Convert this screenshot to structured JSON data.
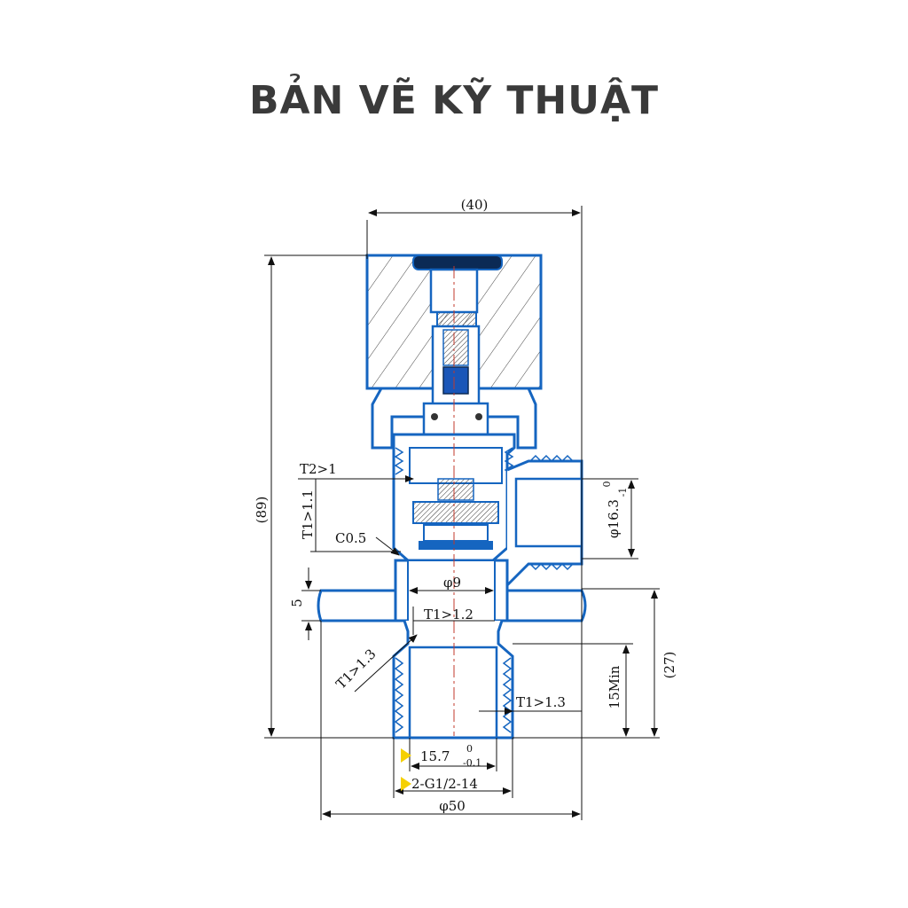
{
  "title": "BẢN VẼ KỸ THUẬT",
  "colors": {
    "outline": "#1565c0",
    "dimension": "#111111",
    "accent": "#f5d000",
    "centerline": "#c0392b"
  },
  "dimensions": {
    "width_40": "(40)",
    "height_89": "(89)",
    "t2": "T2>1",
    "t1_11": "T1>1.1",
    "c05": "C0.5",
    "phi9": "φ9",
    "five": "5",
    "t1_12": "T1>1.2",
    "t1_13_left": "T1>1.3",
    "t1_13_right": "T1>1.3",
    "phi163": "φ16.3",
    "phi163_upper": "0",
    "phi163_lower": "-1",
    "min15": "15Min",
    "paren27": "(27)",
    "d157": "15.7",
    "d157_upper": "0",
    "d157_lower": "-0.1",
    "thread": "2-G1/2-14",
    "phi50": "φ50"
  }
}
